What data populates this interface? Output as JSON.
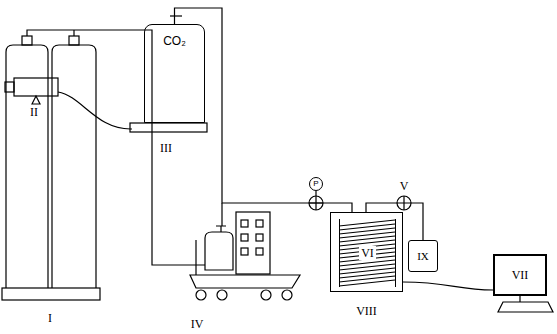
{
  "diagram": {
    "nodes": [
      {
        "text": [
          "CO₂"
        ]
      },
      {
        "text": [
          "P"
        ]
      },
      {
        "text": [
          "VIII"
        ]
      },
      {
        "text": [
          "VI"
        ],
        "in": 2
      },
      {
        "text": [
          "IX"
        ]
      },
      {
        "text": [
          "VII"
        ]
      }
    ],
    "edges": [
      {
        "from": 0,
        "to": 2,
        "arrow": "none"
      },
      {
        "from": 2,
        "to": 4,
        "arrow": "none"
      },
      {
        "from": 2,
        "to": 5,
        "arrow": "none"
      }
    ],
    "labels": [
      "I",
      "II",
      "III",
      "IV",
      "V"
    ]
  }
}
